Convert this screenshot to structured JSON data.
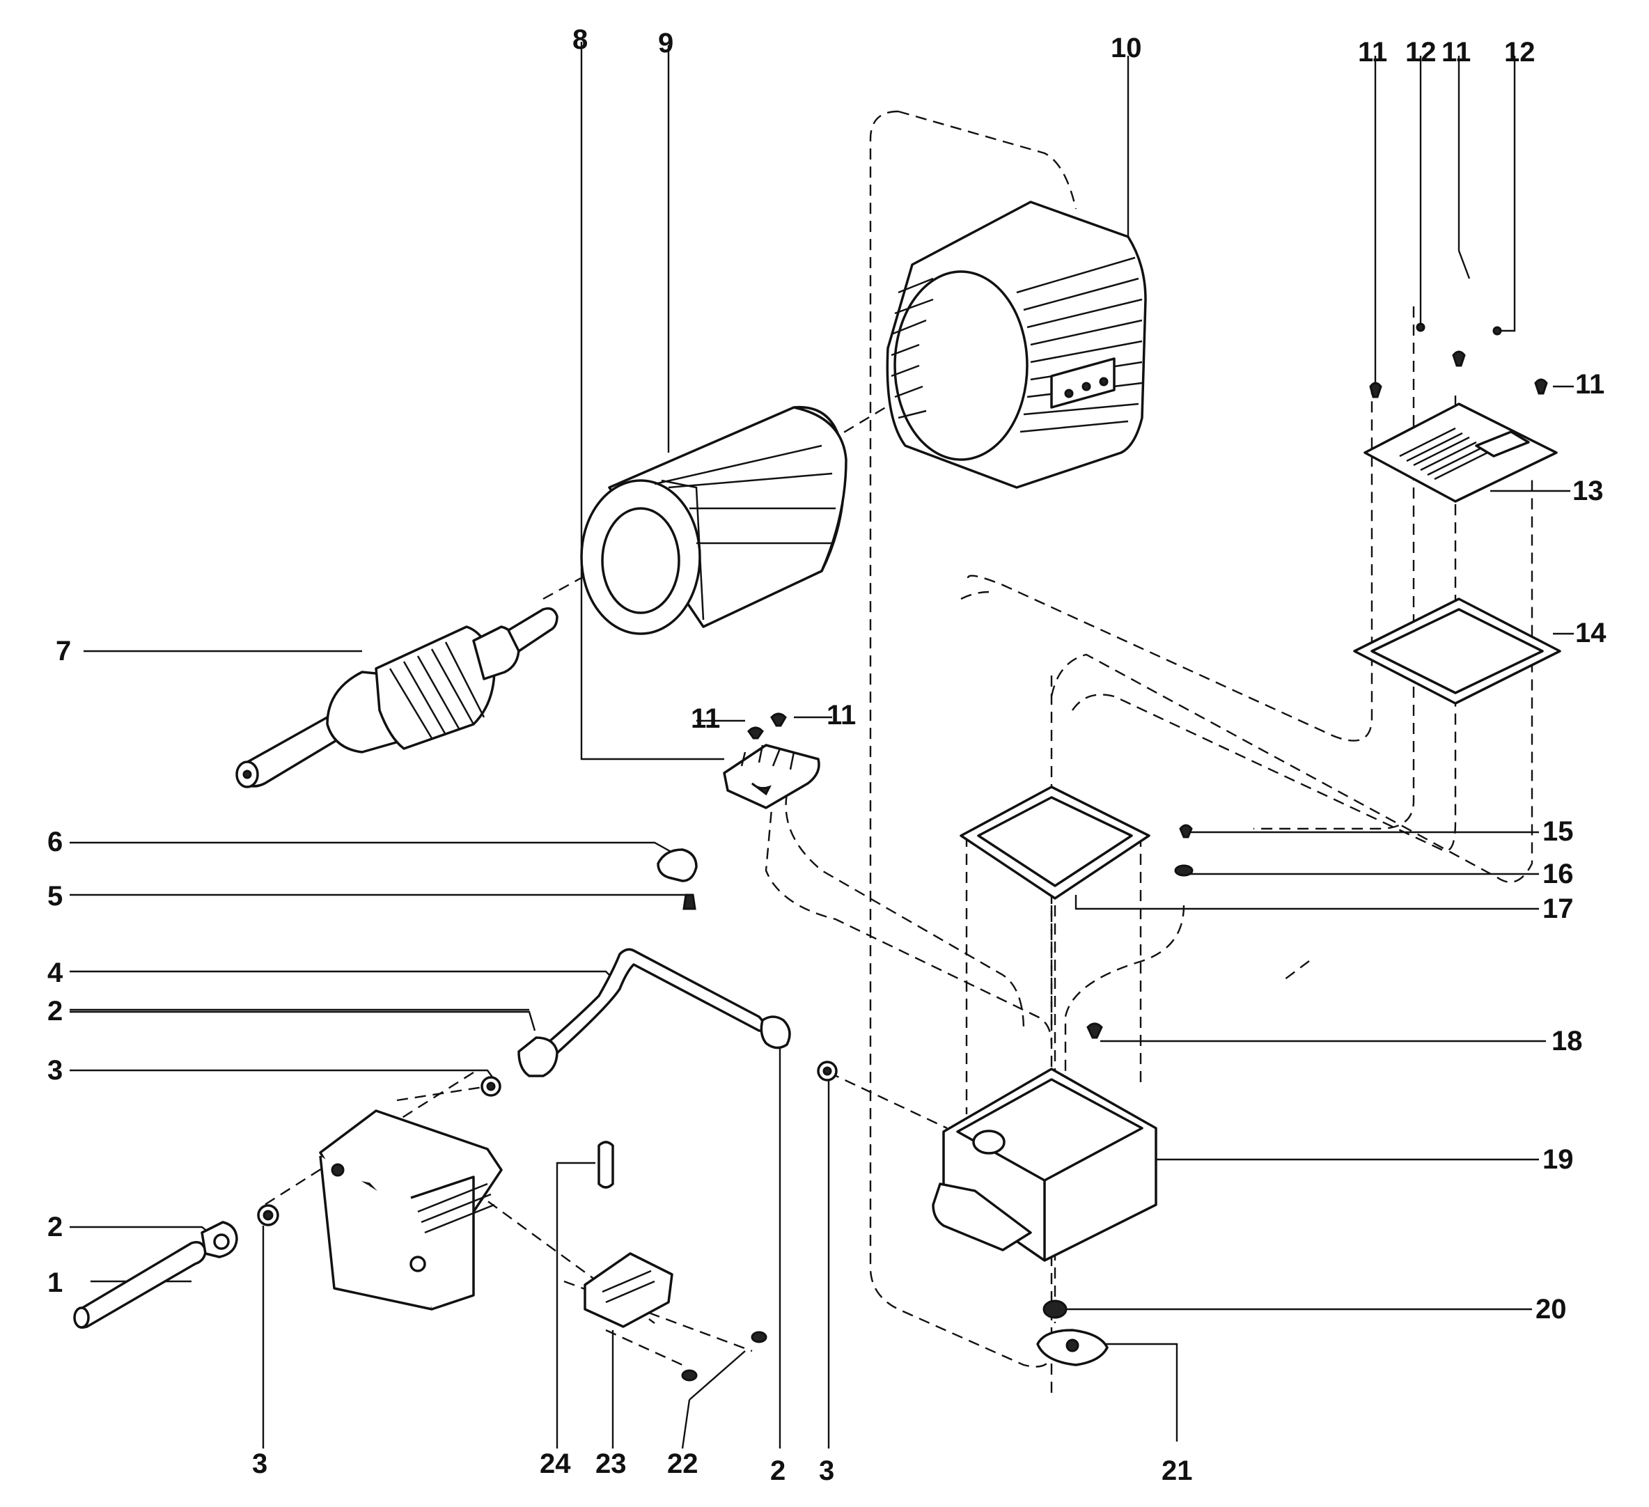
{
  "callouts": [
    {
      "id": "c1",
      "text": "1"
    },
    {
      "id": "c2a",
      "text": "2"
    },
    {
      "id": "c2b",
      "text": "2"
    },
    {
      "id": "c2c",
      "text": "2"
    },
    {
      "id": "c3a",
      "text": "3"
    },
    {
      "id": "c3b",
      "text": "3"
    },
    {
      "id": "c3c",
      "text": "3"
    },
    {
      "id": "c4",
      "text": "4"
    },
    {
      "id": "c5",
      "text": "5"
    },
    {
      "id": "c6",
      "text": "6"
    },
    {
      "id": "c7",
      "text": "7"
    },
    {
      "id": "c8",
      "text": "8"
    },
    {
      "id": "c9",
      "text": "9"
    },
    {
      "id": "c10",
      "text": "10"
    },
    {
      "id": "c11a",
      "text": "11"
    },
    {
      "id": "c11b",
      "text": "11"
    },
    {
      "id": "c11c",
      "text": "11"
    },
    {
      "id": "c11d",
      "text": "11"
    },
    {
      "id": "c11e",
      "text": "11"
    },
    {
      "id": "c12a",
      "text": "12"
    },
    {
      "id": "c12b",
      "text": "12"
    },
    {
      "id": "c13",
      "text": "13"
    },
    {
      "id": "c14",
      "text": "14"
    },
    {
      "id": "c15",
      "text": "15"
    },
    {
      "id": "c16",
      "text": "16"
    },
    {
      "id": "c17",
      "text": "17"
    },
    {
      "id": "c18",
      "text": "18"
    },
    {
      "id": "c19",
      "text": "19"
    },
    {
      "id": "c20",
      "text": "20"
    },
    {
      "id": "c21",
      "text": "21"
    },
    {
      "id": "c22",
      "text": "22"
    },
    {
      "id": "c23",
      "text": "23"
    },
    {
      "id": "c24",
      "text": "24"
    }
  ]
}
